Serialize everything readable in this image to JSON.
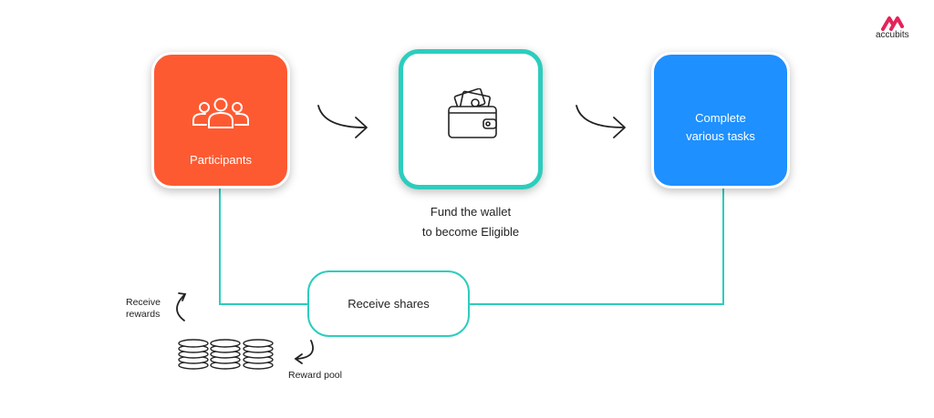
{
  "brand": {
    "name": "accubits",
    "color": "#e4245a"
  },
  "steps": [
    {
      "label": "Participants",
      "color": "#fe5a32",
      "icon": "group-icon"
    },
    {
      "label": "",
      "caption": "Fund the wallet\nto become Eligible",
      "border_color": "#2ccdbd",
      "icon": "wallet-icon"
    },
    {
      "label": "Complete\nvarious tasks",
      "color": "#1e90ff"
    }
  ],
  "shares": {
    "label": "Receive shares",
    "border_color": "#2ccdbd"
  },
  "reward_pool": {
    "label": "Reward pool",
    "receive_label": "Receive\nrewards",
    "icon": "coin-stacks-icon"
  },
  "colors": {
    "connector": "#2ccdbd",
    "arrow": "#222222"
  }
}
